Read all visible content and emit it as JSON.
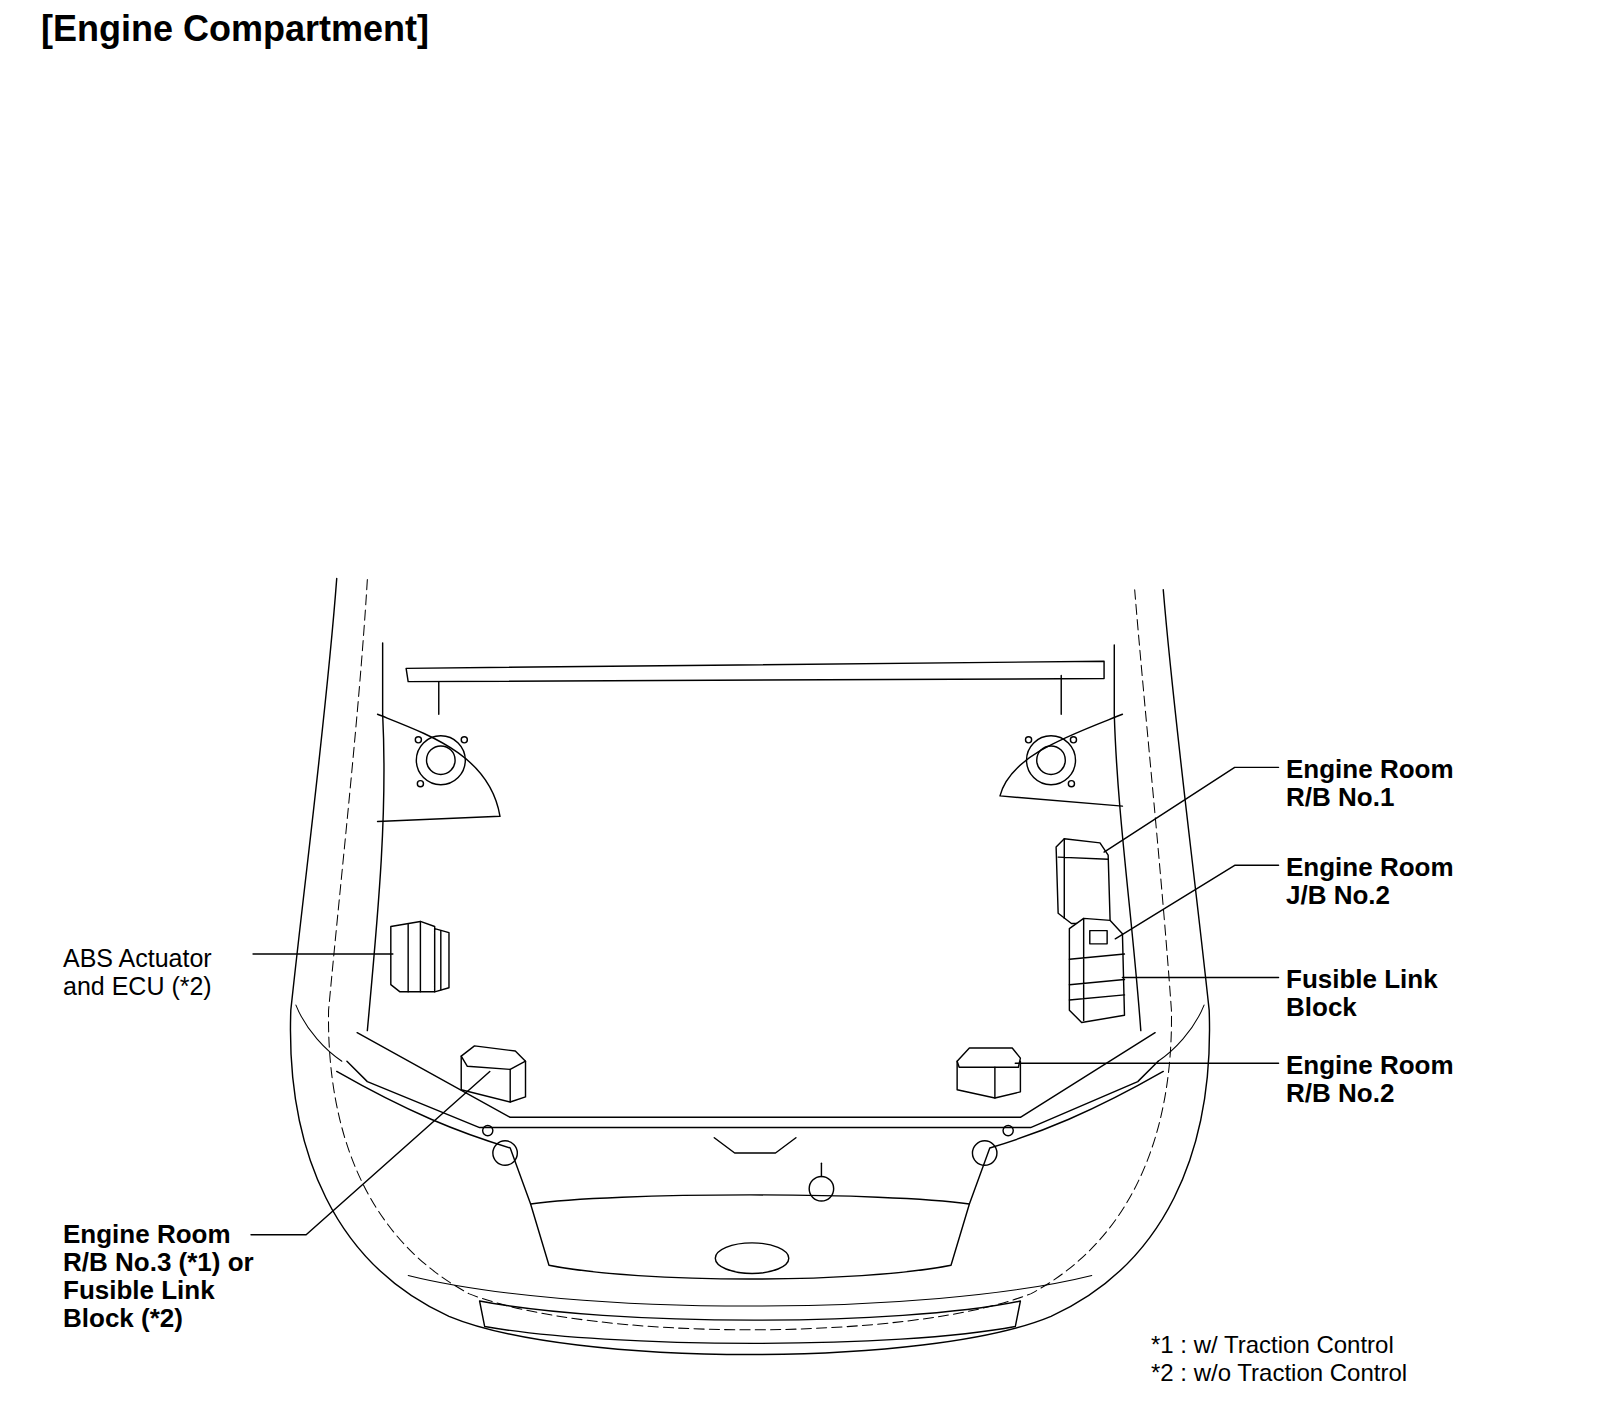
{
  "diagram": {
    "title": "[Engine Compartment]",
    "labels": [
      "Engine Room R/B No.1",
      "Engine Room J/B No.2",
      "Fusible Link Block",
      "Engine Room R/B No.2",
      "ABS Actuator and ECU (*2)",
      "Engine Room R/B No.3 (*1) or Fusible Link Block (*2)",
      "*1 : w/ Traction Control",
      "*2 : w/o Traction Control"
    ]
  }
}
